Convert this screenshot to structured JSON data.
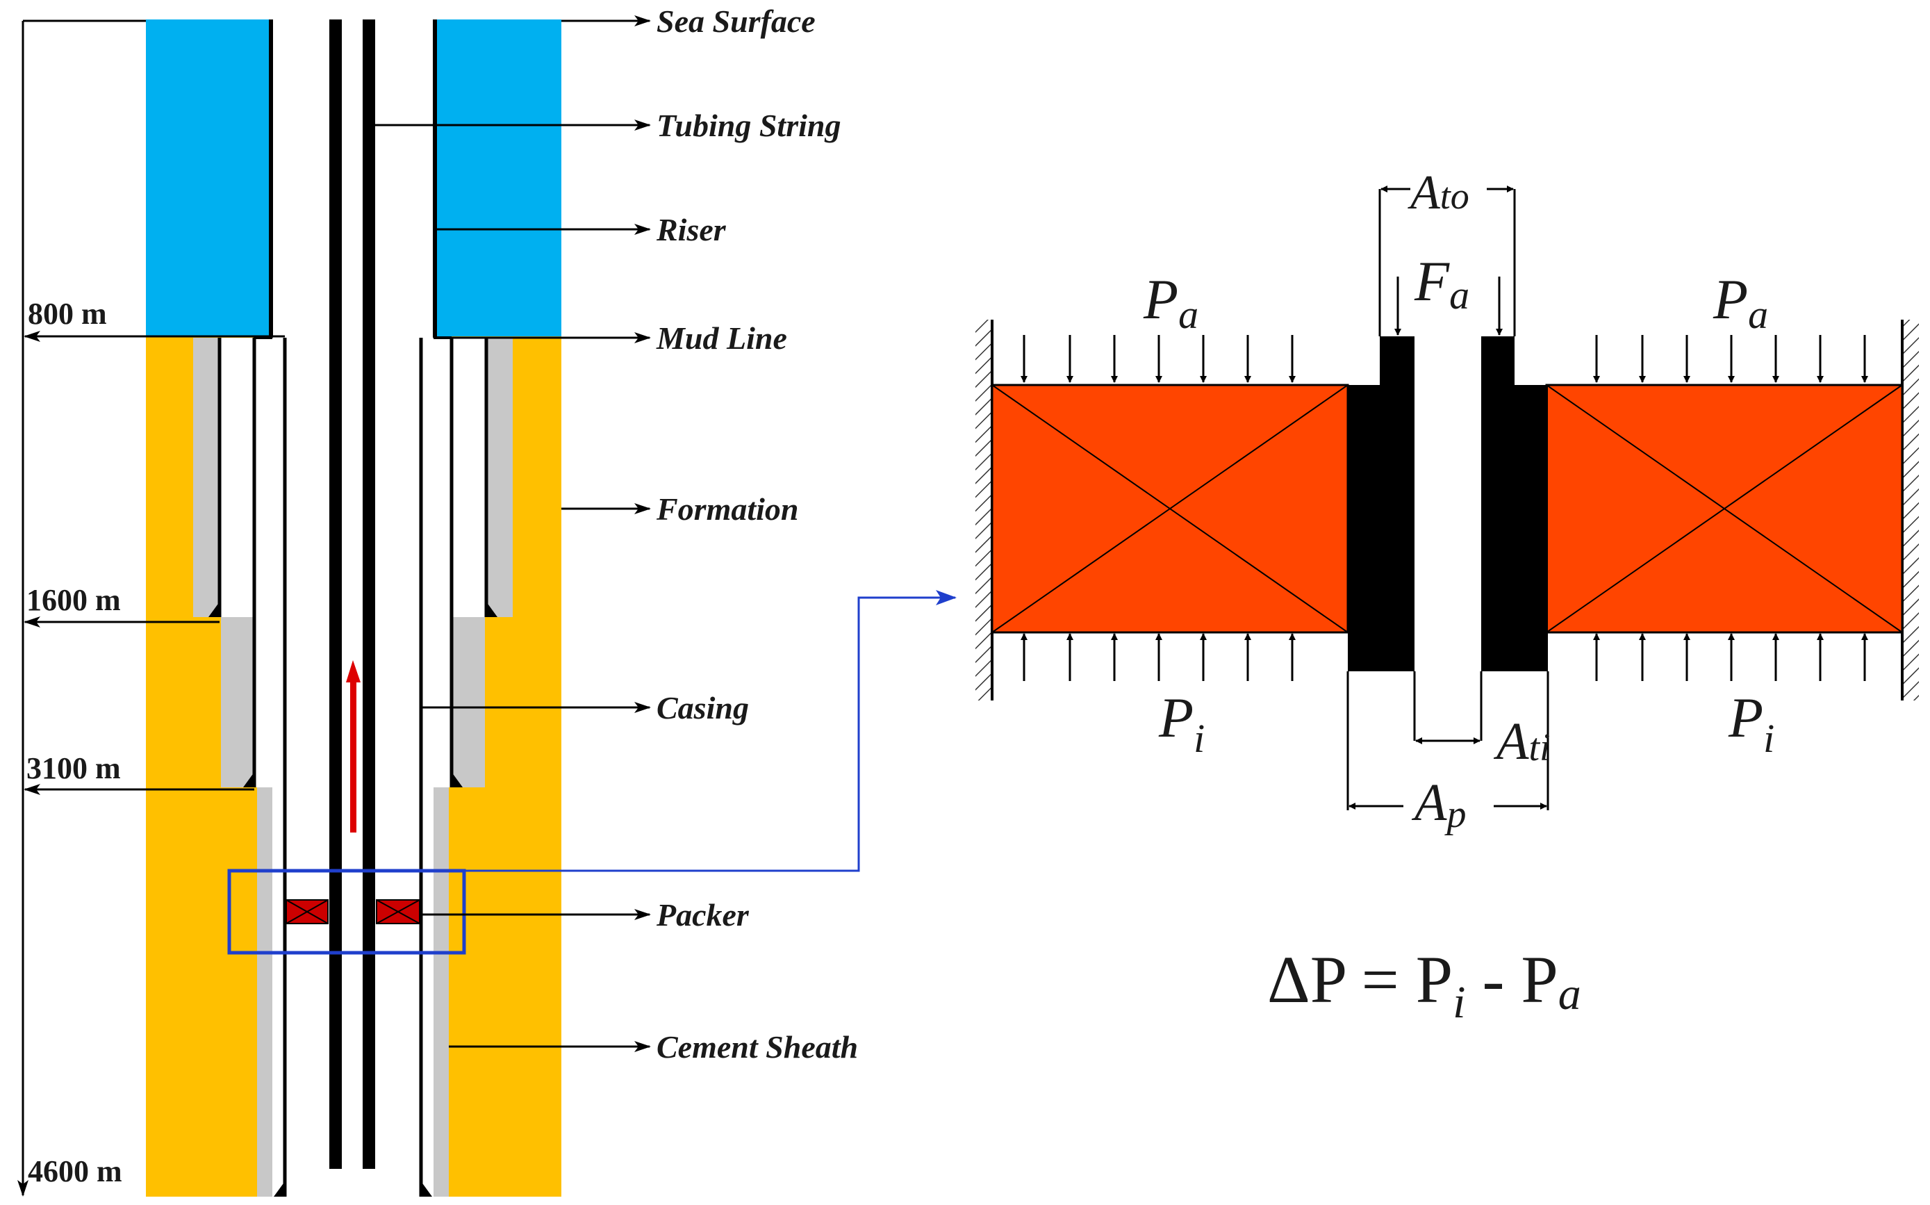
{
  "labels": {
    "sea_surface": "Sea Surface",
    "tubing_string": "Tubing String",
    "riser": "Riser",
    "mud_line": "Mud Line",
    "formation": "Formation",
    "casing": "Casing",
    "packer": "Packer",
    "cement_sheath": "Cement Sheath"
  },
  "depths": {
    "d800": "800 m",
    "d1600": "1600 m",
    "d3100": "3100 m",
    "d4600": "4600 m"
  },
  "symbols": {
    "pa_left": {
      "main": "P",
      "sub": "a"
    },
    "pa_right": {
      "main": "P",
      "sub": "a"
    },
    "pi_left": {
      "main": "P",
      "sub": "i"
    },
    "pi_right": {
      "main": "P",
      "sub": "i"
    },
    "fa": {
      "main": "F",
      "sub": "a"
    },
    "ato": {
      "main": "A",
      "sub": "to"
    },
    "ati": {
      "main": "A",
      "sub": "ti"
    },
    "ap": {
      "main": "A",
      "sub": "p"
    }
  },
  "equation": {
    "lhs": "ΔP = P",
    "sub1": "i",
    "mid": " - P",
    "sub2": "a"
  },
  "colors": {
    "sea": "#00b0f0",
    "formation": "#ffc000",
    "cement": "#c8c8c8",
    "packer_red": "#cc0000",
    "block_fill": "#ff4500",
    "zoom_frame": "#1f3fcc",
    "flow_arrow": "#dd0000"
  }
}
